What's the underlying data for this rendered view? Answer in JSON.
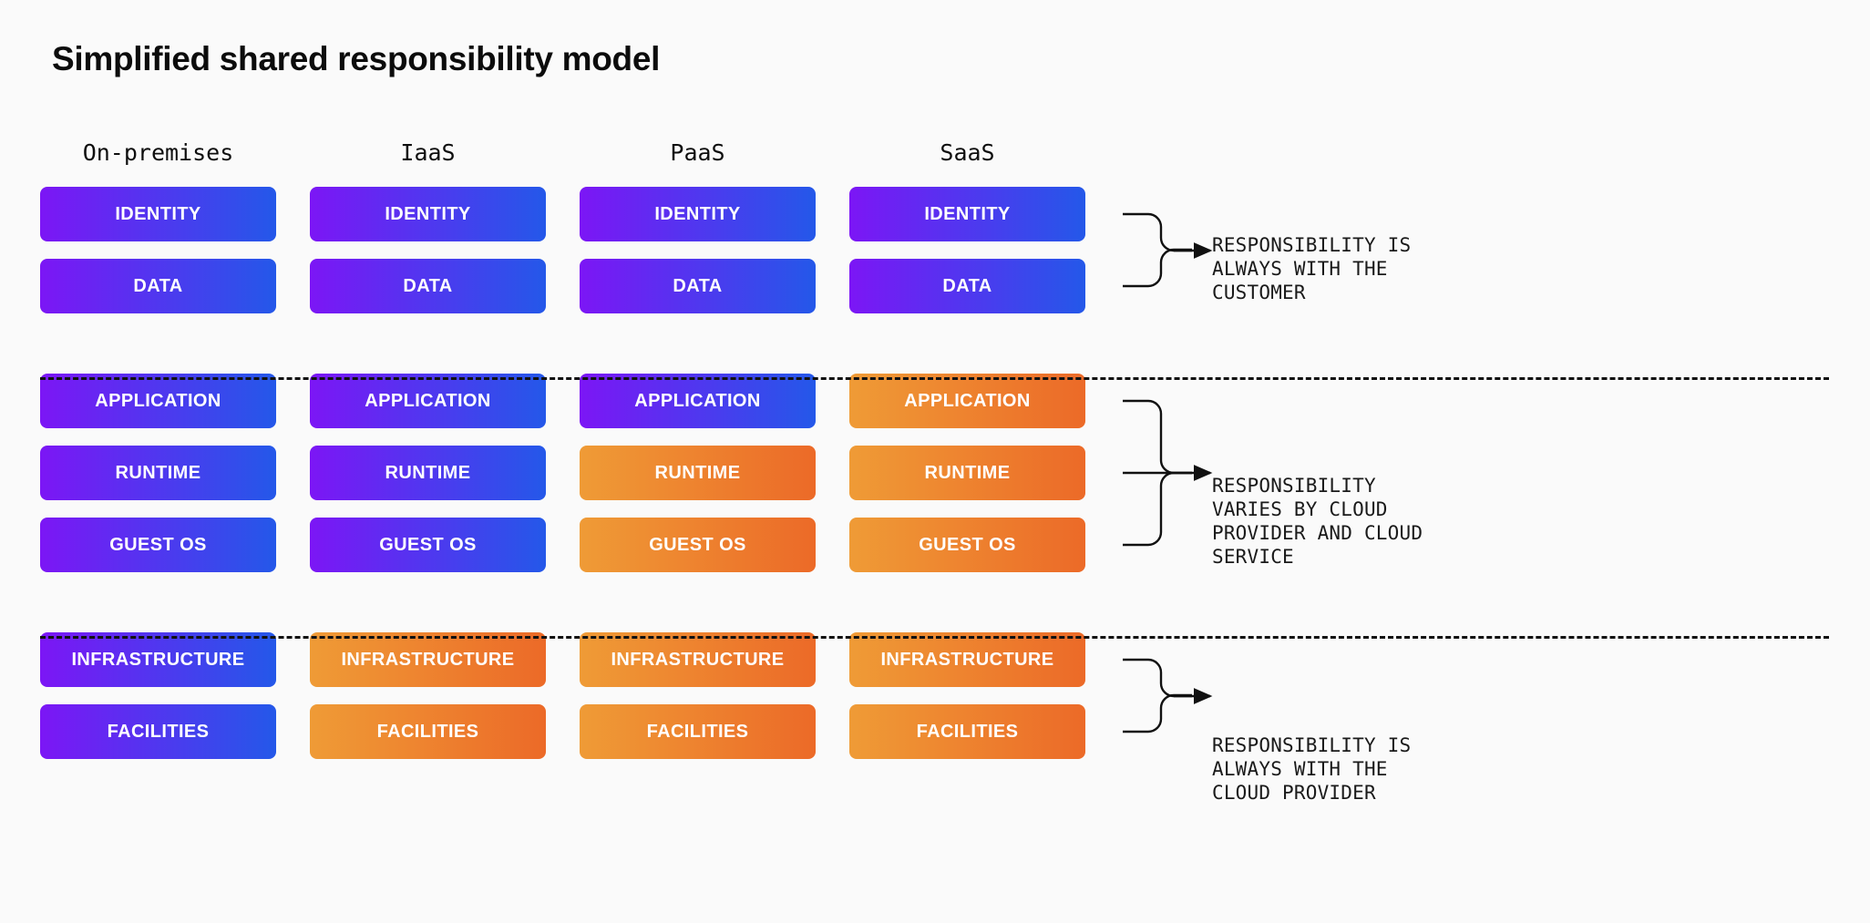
{
  "page": {
    "title": "Simplified shared responsibility model",
    "background_color": "#fafafa"
  },
  "colors": {
    "blue_gradient_start": "#7c16f5",
    "blue_gradient_end": "#2458e9",
    "orange_gradient_start": "#ef9b36",
    "orange_gradient_end": "#ec6a28",
    "text_on_cell": "#ffffff",
    "ink": "#111111"
  },
  "columns": [
    {
      "header": "On-premises"
    },
    {
      "header": "IaaS"
    },
    {
      "header": "PaaS"
    },
    {
      "header": "SaaS"
    }
  ],
  "rows": [
    {
      "label": "IDENTITY"
    },
    {
      "label": "DATA"
    },
    {
      "label": "APPLICATION"
    },
    {
      "label": "RUNTIME"
    },
    {
      "label": "GUEST OS"
    },
    {
      "label": "INFRASTRUCTURE"
    },
    {
      "label": "FACILITIES"
    }
  ],
  "cells": {
    "c0r0": "IDENTITY",
    "c1r0": "IDENTITY",
    "c2r0": "IDENTITY",
    "c3r0": "IDENTITY",
    "c0r1": "DATA",
    "c1r1": "DATA",
    "c2r1": "DATA",
    "c3r1": "DATA",
    "c0r2": "APPLICATION",
    "c1r2": "APPLICATION",
    "c2r2": "APPLICATION",
    "c3r2": "APPLICATION",
    "c0r3": "RUNTIME",
    "c1r3": "RUNTIME",
    "c2r3": "RUNTIME",
    "c3r3": "RUNTIME",
    "c0r4": "GUEST OS",
    "c1r4": "GUEST OS",
    "c2r4": "GUEST OS",
    "c3r4": "GUEST OS",
    "c0r5": "INFRASTRUCTURE",
    "c1r5": "INFRASTRUCTURE",
    "c2r5": "INFRASTRUCTURE",
    "c3r5": "INFRASTRUCTURE",
    "c0r6": "FACILITIES",
    "c1r6": "FACILITIES",
    "c2r6": "FACILITIES",
    "c3r6": "FACILITIES"
  },
  "cell_responsibility": {
    "c0r0": "customer",
    "c1r0": "customer",
    "c2r0": "customer",
    "c3r0": "customer",
    "c0r1": "customer",
    "c1r1": "customer",
    "c2r1": "customer",
    "c3r1": "customer",
    "c0r2": "customer",
    "c1r2": "customer",
    "c2r2": "customer",
    "c3r2": "provider",
    "c0r3": "customer",
    "c1r3": "customer",
    "c2r3": "provider",
    "c3r3": "provider",
    "c0r4": "customer",
    "c1r4": "customer",
    "c2r4": "provider",
    "c3r4": "provider",
    "c0r5": "customer",
    "c1r5": "provider",
    "c2r5": "provider",
    "c3r5": "provider",
    "c0r6": "customer",
    "c1r6": "provider",
    "c2r6": "provider",
    "c3r6": "provider"
  },
  "annotations": [
    {
      "text": "RESPONSIBILITY IS\nALWAYS WITH THE\nCUSTOMER"
    },
    {
      "text": "RESPONSIBILITY\nVARIES BY CLOUD\nPROVIDER AND CLOUD\nSERVICE"
    },
    {
      "text": "RESPONSIBILITY IS\nALWAYS WITH THE\nCLOUD PROVIDER"
    }
  ],
  "dividers": [
    {
      "name": "divider-above-application"
    },
    {
      "name": "divider-above-infrastructure"
    }
  ]
}
